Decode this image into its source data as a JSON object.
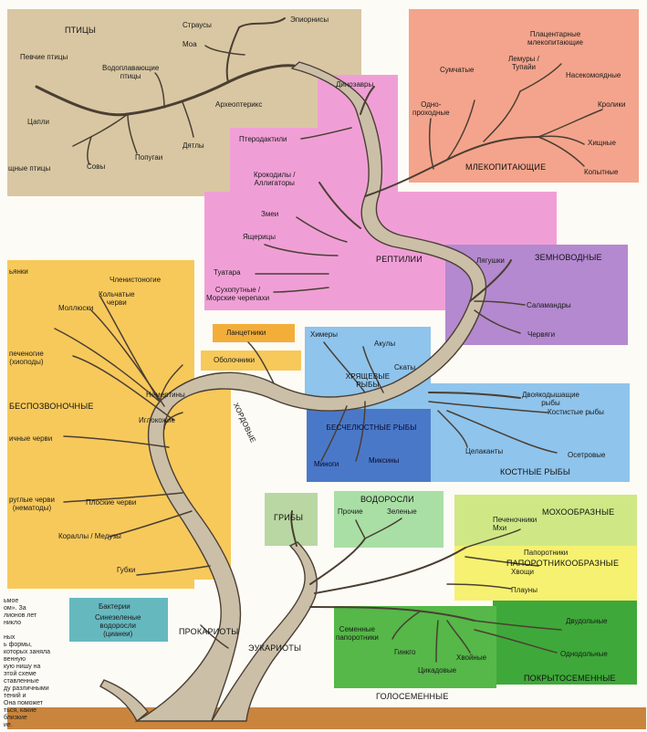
{
  "groups": {
    "birds": "ПТИЦЫ",
    "mammals": "МЛЕКОПИТАЮЩИЕ",
    "reptiles": "РЕПТИЛИИ",
    "amphibians": "ЗЕМНОВОДНЫЕ",
    "invertebrates": "БЕСПОЗВОНОЧНЫЕ",
    "chordates": "ХОРДОВЫЕ",
    "cartilaginous": "ХРЯЩЕВЫЕ РЫБЫ",
    "jawless": "БЕСЧЕЛЮСТНЫЕ РЫБЫ",
    "bony": "КОСТНЫЕ РЫБЫ",
    "fungi": "ГРИБЫ",
    "algae": "ВОДОРОСЛИ",
    "mosses": "МОХООБРАЗНЫЕ",
    "ferns": "ПАПОРОТНИКООБРАЗНЫЕ",
    "angiosperms": "ПОКРЫТОСЕМЕННЫЕ",
    "gymnosperms": "ГОЛОСЕМЕННЫЕ",
    "prokaryotes": "ПРОКАРИОТЫ",
    "eukaryotes": "ЭУКАРИОТЫ"
  },
  "labels": {
    "ostriches": "Страусы",
    "epiornis": "Эпиорнисы",
    "moa": "Моа",
    "songbirds": "Певчие птицы",
    "waterfowl_1": "Водоплавающие",
    "waterfowl_2": "птицы",
    "archaeopteryx": "Археоптерикс",
    "herons": "Цапли",
    "predatory_birds": "щные птицы",
    "owls": "Совы",
    "parrots": "Попугаи",
    "woodpeckers": "Дятлы",
    "dinosaurs": "Динозавры",
    "pterodactyls": "Птеродактили",
    "crocodiles_1": "Крокодилы /",
    "crocodiles_2": "Аллигаторы",
    "snakes": "Змеи",
    "lizards": "Ящерицы",
    "tuatara": "Туатара",
    "turtles_1": "Сухопутные /",
    "turtles_2": "Морские черепахи",
    "placental_1": "Плацентарные",
    "placental_2": "млекопитающие",
    "lemurs_1": "Лемуры /",
    "lemurs_2": "Тупайи",
    "marsupials": "Сумчатые",
    "insectivores": "Насекомоядные",
    "monotremes_1": "Одно-",
    "monotremes_2": "проходные",
    "rabbits": "Кролики",
    "predators": "Хищные",
    "ungulates": "Копытные",
    "frogs": "Лягушки",
    "salamanders": "Саламандры",
    "worms": "Червяги",
    "lancelets": "Ланцетники",
    "tunicates": "Оболочники",
    "chimaeras": "Химеры",
    "sharks": "Акулы",
    "rays": "Скаты",
    "lampreys": "Миноги",
    "hagfish": "Миксины",
    "lungfish_1": "Двоякодышащие",
    "lungfish_2": "рыбы",
    "bony_fish": "Костистые рыбы",
    "coelacanths": "Целаканты",
    "sturgeons": "Осетровые",
    "sponges_top": "ьянки",
    "arthropods": "Членистоногие",
    "annelids_1": "Кольчатые",
    "annelids_2": "черви",
    "molluscs": "Моллюски",
    "brachiopods_1": "печеногие",
    "brachiopods_2": "(хиоподы)",
    "nemerteans": "Немертины",
    "echinoderms": "Иглокожие",
    "flatworms_top": "ичные черви",
    "roundworms_1": "руглые черви",
    "roundworms_2": "(нематоды)",
    "flatworms": "Плоские черви",
    "corals": "Кораллы / Медузы",
    "sponges": "Губки",
    "bacteria": "Бактерии",
    "cyanobacteria_1": "Синезеленые",
    "cyanobacteria_2": "водоросли",
    "cyanobacteria_3": "(цианеи)",
    "other_algae": "Прочие",
    "green_algae": "Зеленые",
    "liverworts": "Печеночники",
    "mosses": "Мхи",
    "ferns": "Папоротники",
    "horsetails": "Хвощи",
    "clubmosses": "Плауны",
    "seed_ferns_1": "Семенные",
    "seed_ferns_2": "папоротники",
    "ginkgo": "Гинкго",
    "conifers": "Хвойные",
    "cycads": "Цикадовые",
    "dicots": "Двудольные",
    "monocots": "Однодольные"
  },
  "side_note": [
    "ьмое",
    "ом». За",
    "лионов лет",
    "никло",
    "",
    "ных",
    "ь формы,",
    "которых заняла",
    "венную",
    "кую нишу на",
    "этой схеме",
    "ставленные",
    "ду различными",
    "тений и",
    "Она поможет",
    "ться, какие",
    "близкие",
    "ие."
  ],
  "colors": {
    "birds": "#d9c7a3",
    "mammals": "#f4a48c",
    "reptiles": "#f09fd6",
    "amphibians": "#b489cf",
    "invertebrates": "#f7c95b",
    "fish_light": "#8fc4ec",
    "fish_dark": "#4a78c8",
    "fungi": "#b9d7a2",
    "algae": "#a9dfa5",
    "mosses": "#cfe885",
    "ferns": "#f6f171",
    "angiosperms": "#3fa83a",
    "prokaryotes": "#66b8bf",
    "lancelet": "#f3ae3a",
    "ground": "#c9853e",
    "trunk": "#cbbfa8",
    "trunk_stroke": "#4a3f33"
  }
}
